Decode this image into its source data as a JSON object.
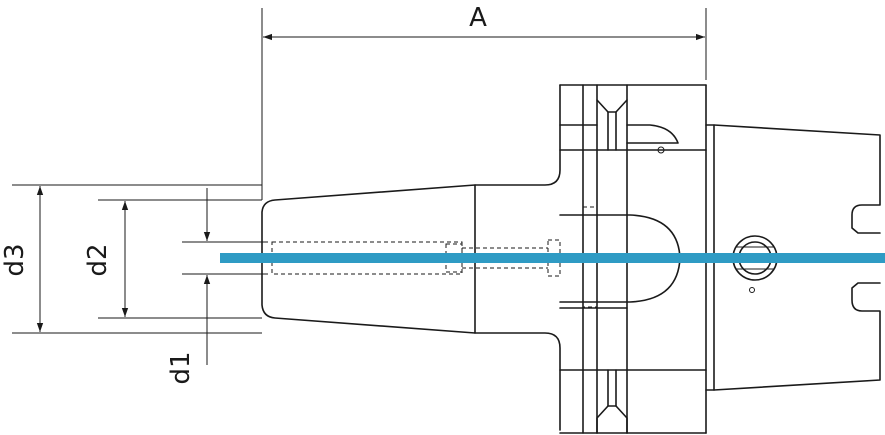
{
  "labels": {
    "length_a": "A",
    "diameter_d1": "d1",
    "diameter_d2": "d2",
    "diameter_d3": "d3"
  },
  "colors": {
    "line": "#1a1a1a",
    "axis": "#2f9bc4",
    "background": "#ffffff"
  }
}
